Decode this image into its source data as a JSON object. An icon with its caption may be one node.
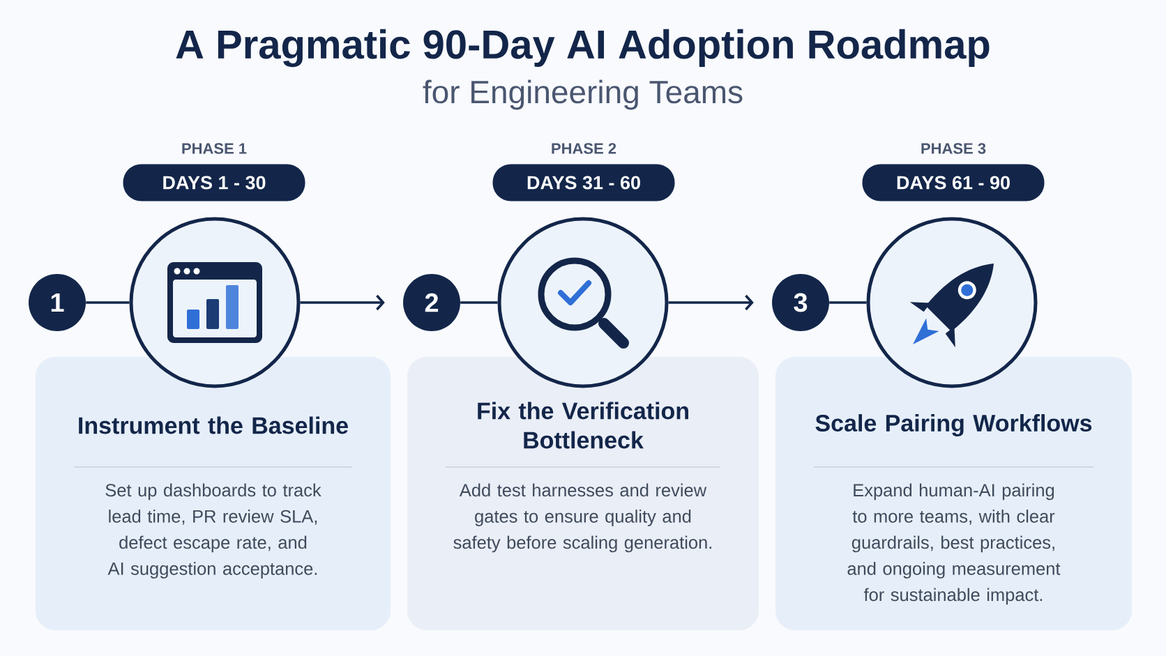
{
  "diagram": {
    "title": "A Pragmatic 90-Day AI Adoption Roadmap",
    "nodes": [
      {
        "text": [
          "DAYS 1 - 30"
        ],
        "beside": [
          "PHASE 1"
        ]
      },
      {
        "text": [
          "1"
        ]
      },
      {
        "text": [],
        "shape": "circle"
      },
      {
        "text": [
          "Instrument the Baseline",
          "Set up dashboards to track lead time, PR review SLA, defect escape rate, and AI suggestion acceptance."
        ]
      },
      {
        "text": [
          "DAYS 31 - 60"
        ],
        "beside": [
          "PHASE 2"
        ]
      },
      {
        "text": [
          "2"
        ]
      },
      {
        "text": [],
        "shape": "circle"
      },
      {
        "text": [
          "Fix the Verification Bottleneck",
          "Add test harnesses and review gates to ensure quality and safety before scaling generation."
        ]
      },
      {
        "text": [
          "DAYS 61 - 90"
        ],
        "beside": [
          "PHASE 3"
        ]
      },
      {
        "text": [
          "3"
        ]
      },
      {
        "text": [],
        "shape": "circle"
      },
      {
        "text": [
          "Scale Pairing Workflows",
          "Expand human-AI pairing to more teams, with clear guardrails, best practices, and ongoing measurement for sustainable impact."
        ]
      }
    ],
    "edges": [
      {
        "from": 1,
        "to": 2,
        "arrow": "none"
      },
      {
        "from": 2,
        "to": 5,
        "arrow": "to"
      },
      {
        "from": 5,
        "to": 6,
        "arrow": "none"
      },
      {
        "from": 6,
        "to": 9,
        "arrow": "to"
      },
      {
        "from": 9,
        "to": 10,
        "arrow": "none"
      }
    ],
    "labels": [
      "for Engineering Teams"
    ]
  }
}
